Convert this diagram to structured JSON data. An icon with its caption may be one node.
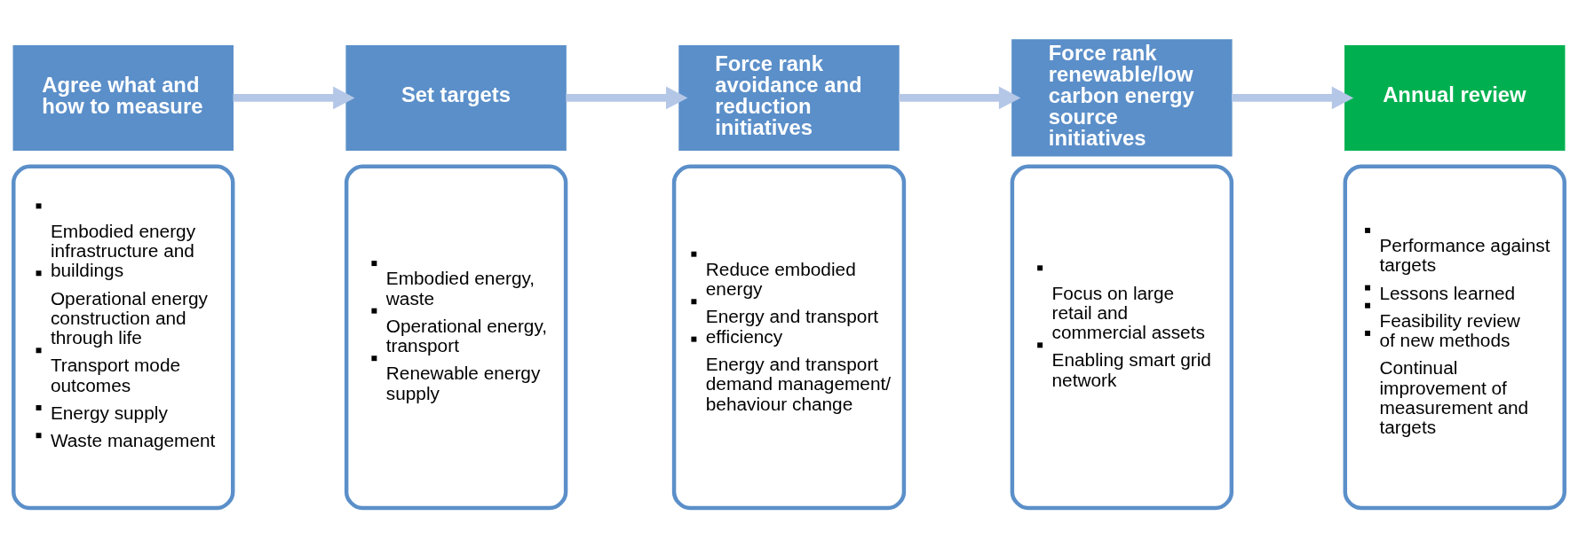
{
  "diagram": {
    "nodes": [
      {
        "text": [
          "Agree what and how to measure"
        ]
      },
      {
        "text": [
          "Embodied energy infrastructure and buildings",
          "Operational energy construction and through life",
          "Transport mode outcomes",
          "Energy supply",
          "Waste management"
        ]
      },
      {
        "text": [
          "Set targets"
        ]
      },
      {
        "text": [
          "Embodied energy, waste",
          "Operational energy, transport",
          "Renewable energy supply"
        ]
      },
      {
        "text": [
          "Force rank avoidance and reduction initiatives"
        ]
      },
      {
        "text": [
          "Reduce embodied energy",
          "Energy and transport efficiency",
          "Energy and transport demand management/ behaviour change"
        ]
      },
      {
        "text": [
          "Force rank renewable/low carbon energy source initiatives"
        ]
      },
      {
        "text": [
          "Focus on large retail and commercial assets",
          "Enabling smart grid network"
        ]
      },
      {
        "text": [
          "Annual review"
        ]
      },
      {
        "text": [
          "Performance against targets",
          "Lessons learned",
          "Feasibility review of new methods",
          "Continual improvement of measurement and targets"
        ]
      }
    ],
    "edges": [
      {
        "from": 0,
        "to": 2,
        "arrow": "to"
      },
      {
        "from": 2,
        "to": 4,
        "arrow": "to"
      },
      {
        "from": 4,
        "to": 6,
        "arrow": "to"
      },
      {
        "from": 6,
        "to": 8,
        "arrow": "to"
      }
    ]
  }
}
